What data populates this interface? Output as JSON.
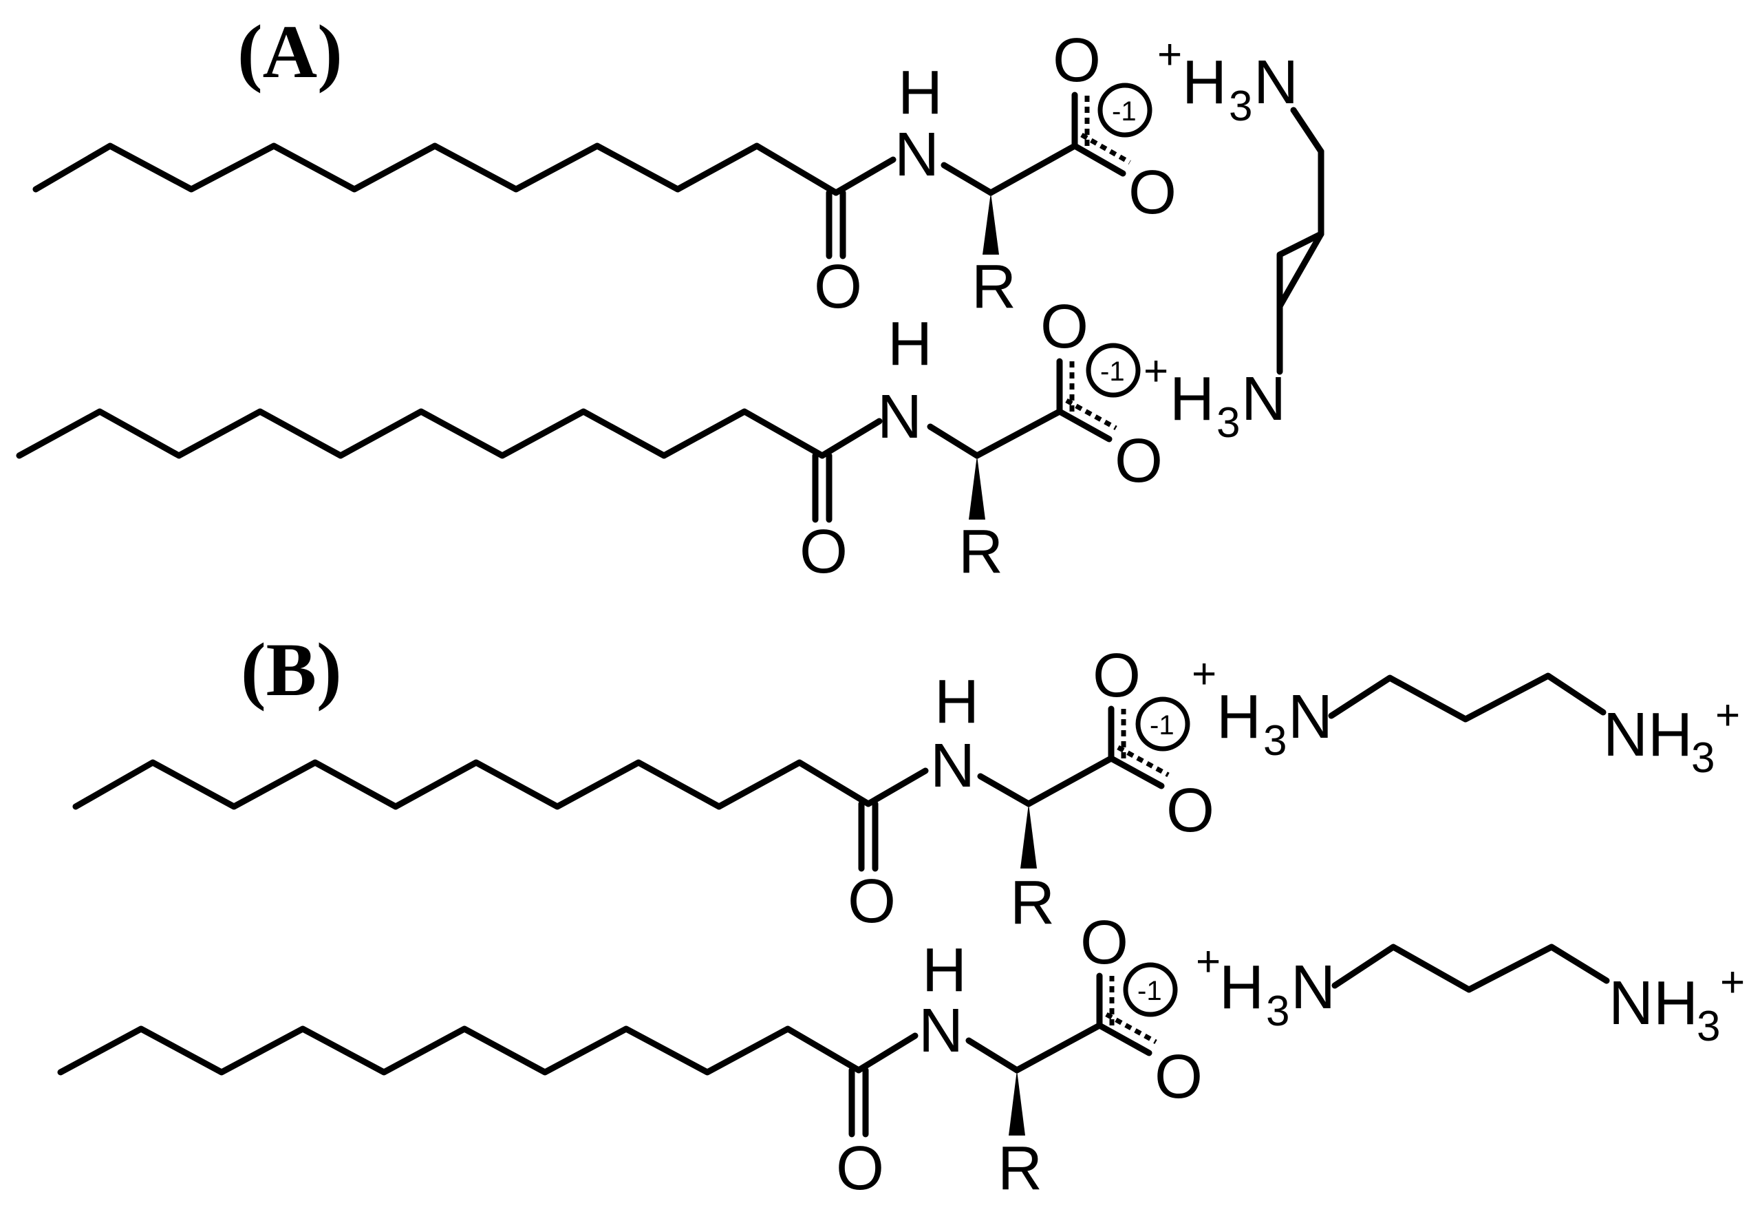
{
  "panels": [
    {
      "label": "(A)"
    },
    {
      "label": "(B)"
    }
  ],
  "atoms": {
    "oxygen": "O",
    "nitrogen": "N",
    "hydrogen": "H",
    "r_group": "R"
  },
  "charges": {
    "carboxylate": "-1",
    "plus": "+"
  },
  "counterion": {
    "h3n_prefix": "H",
    "h3n_sub": "3",
    "h3n_suffix": "N",
    "nh3_prefix": "NH",
    "nh3_sub": "3"
  }
}
